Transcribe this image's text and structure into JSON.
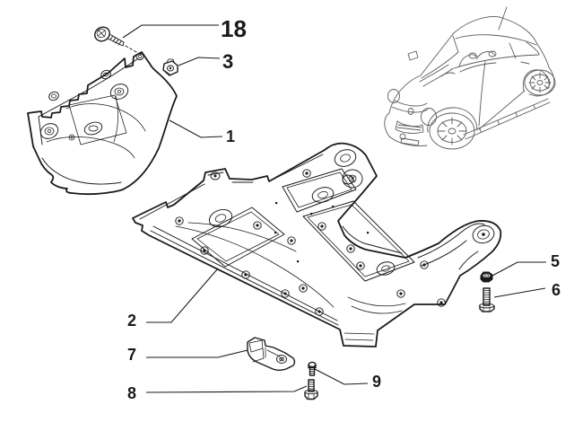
{
  "diagram": {
    "type": "exploded-parts-diagram",
    "callouts": {
      "c18": "18",
      "c3": "3",
      "c1": "1",
      "c2": "2",
      "c5": "5",
      "c6": "6",
      "c7": "7",
      "c8": "8",
      "c9": "9"
    },
    "callout_order": [
      "18",
      "3",
      "1",
      "2",
      "5",
      "6",
      "7",
      "8",
      "9"
    ],
    "colors": {
      "line": "#1a1a1a",
      "car_line": "#5c5c5c",
      "background": "#ffffff"
    }
  }
}
